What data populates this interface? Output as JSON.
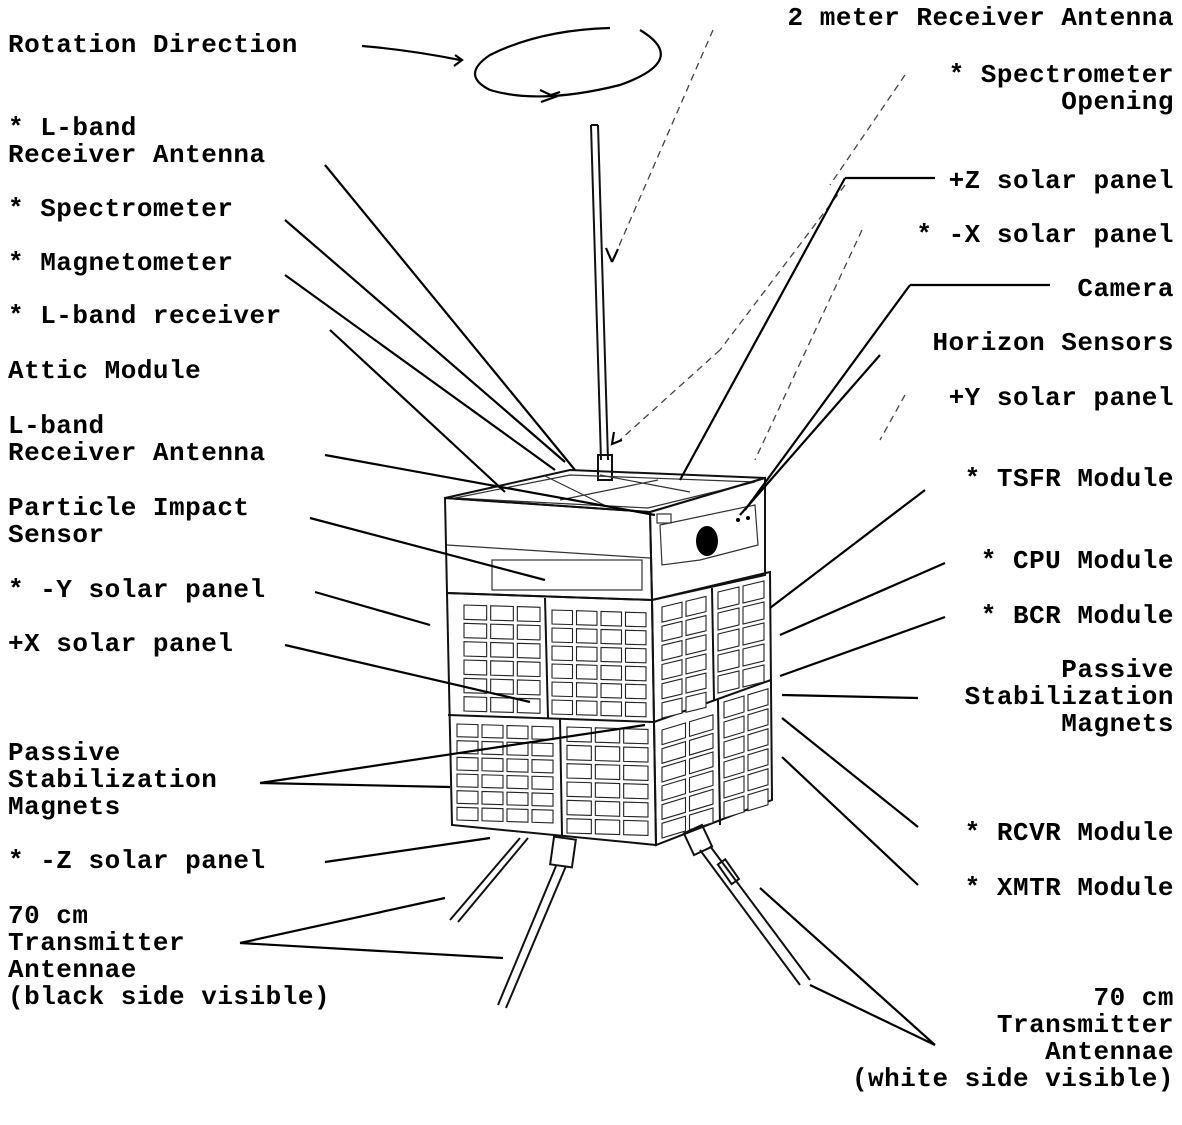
{
  "labels": {
    "rotation_direction": "Rotation Direction",
    "receiver_2m": "2 meter Receiver Antenna",
    "spectrometer_opening": "* Spectrometer\nOpening",
    "lband_receiver_antenna_star": "* L-band\nReceiver Antenna",
    "spectrometer": "* Spectrometer",
    "magnetometer": "* Magnetometer",
    "lband_receiver": "* L-band receiver",
    "attic_module": "Attic Module",
    "lband_receiver_antenna": "L-band\nReceiver Antenna",
    "particle_impact_sensor": "Particle Impact\nSensor",
    "minus_y_panel": "* -Y solar panel",
    "plus_x_panel": "+X solar panel",
    "passive_magnets_left": "Passive\nStabilization\nMagnets",
    "minus_z_panel": "* -Z solar panel",
    "antennae_black": "70 cm\nTransmitter\nAntennae\n(black side visible)",
    "plus_z_panel": "+Z solar panel",
    "minus_x_panel": "* -X solar panel",
    "camera": "Camera",
    "horizon_sensors": "Horizon Sensors",
    "plus_y_panel": "+Y solar panel",
    "tsfr_module": "* TSFR Module",
    "cpu_module": "* CPU Module",
    "bcr_module": "* BCR Module",
    "passive_magnets_right": "Passive\nStabilization\nMagnets",
    "rcvr_module": "* RCVR Module",
    "xmtr_module": "* XMTR Module",
    "antennae_white": "70 cm\nTransmitter\nAntennae\n(white side visible)"
  }
}
